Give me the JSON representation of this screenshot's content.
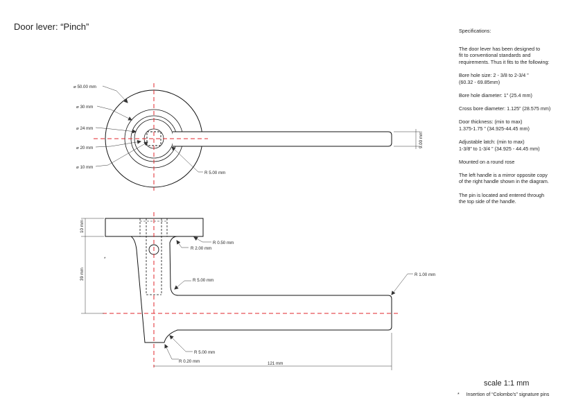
{
  "title": "Door lever: “Pinch”",
  "specs": {
    "heading": "Specifications:",
    "paragraphs": [
      "The door lever has been designed to\nfit to conventional standards and\nrequirements. Thus it fits to the following:",
      "Bore hole size: 2 - 3/8 to 2-3/4 ”\n(60.32 - 69.85mm)",
      "Bore hole diameter: 1” (25.4 mm)",
      "Cross bore diameter: 1.125” (28.575 mm)",
      "Door thickness: (min to max)\n1.375-1.75 ” (34.925-44.45 mm)",
      "Adjustable latch: (min to max)\n1-3/8” to 1-3/4 ” (34.925 - 44.45 mm)",
      "Mounted on a round rose",
      "The left handle is a mirror opposite copy\nof the right handle shown in the diagram.",
      "The pin is located and entered through\nthe top side of the handle."
    ]
  },
  "top_view": {
    "dia_50": "⌀ 50.00 mm",
    "dia_30": "⌀ 30 mm",
    "dia_24": "⌀ 24 mm",
    "dia_20": "⌀ 20 mm",
    "dia_10": "⌀ 10 mm",
    "radius_5": "R 5.00 mm",
    "width_9": "9.00 mm"
  },
  "side_view": {
    "height_10": "10 mm",
    "height_39": "39 mm",
    "radius_050": "R 0.50 mm",
    "radius_200": "R 2.00 mm",
    "radius_500_a": "R 5.00 mm",
    "radius_100": "R 1.00 mm",
    "radius_500_b": "R 5.00 mm",
    "radius_020": "R 0.20 mm",
    "length_121": "121 mm",
    "pin_marker": "*"
  },
  "scale": "scale 1:1 mm",
  "footnote": {
    "marker": "*",
    "text": "Insertion of  “Colombo’s” signature pins"
  },
  "colors": {
    "centerline": "#e0262b",
    "outline": "#111111",
    "dimension": "#333333"
  }
}
